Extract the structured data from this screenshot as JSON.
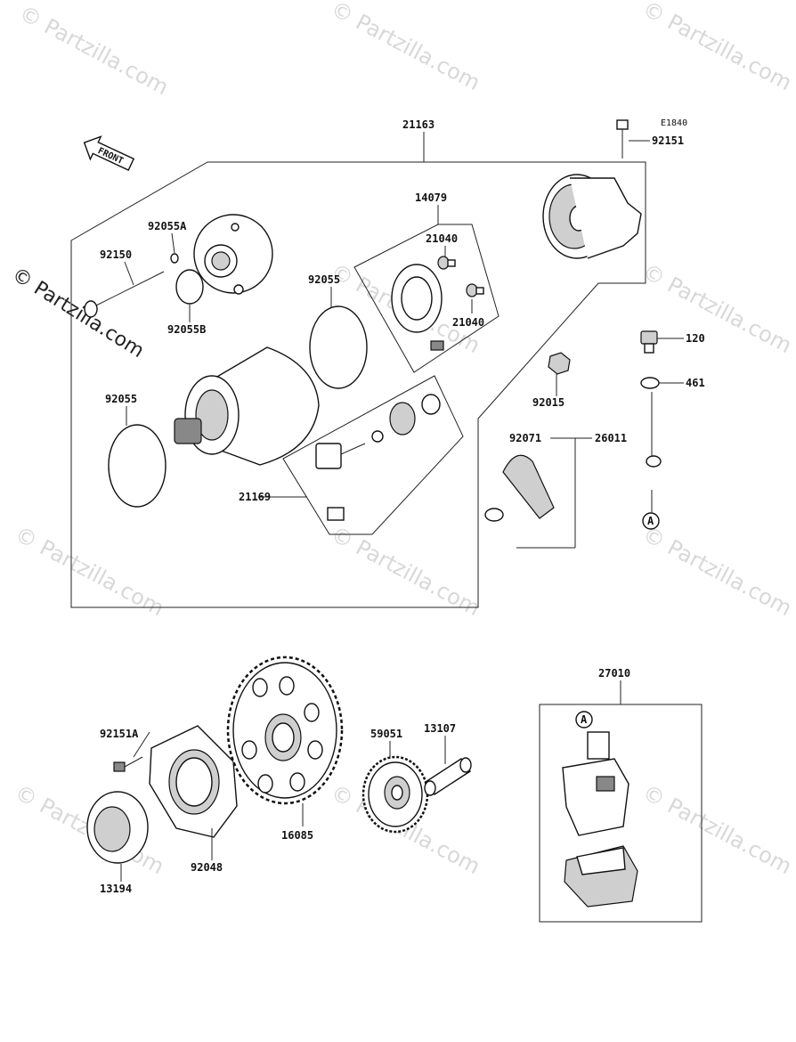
{
  "diagram_code": "E1840",
  "front_arrow_label": "FRONT",
  "watermark_text": "© Partzilla.com",
  "callout_a": "A",
  "parts": {
    "p21163": "21163",
    "p92151": "92151",
    "p14079": "14079",
    "p21040_top": "21040",
    "p21040_bottom": "21040",
    "p92055A": "92055A",
    "p92150": "92150",
    "p92055B": "92055B",
    "p92055_upper": "92055",
    "p92055_lower": "92055",
    "p120": "120",
    "p461": "461",
    "p92015": "92015",
    "p92071": "92071",
    "p26011": "26011",
    "p21169": "21169",
    "p27010": "27010",
    "p92151A": "92151A",
    "p59051": "59051",
    "p13107": "13107",
    "p16085": "16085",
    "p92048": "92048",
    "p13194": "13194"
  }
}
